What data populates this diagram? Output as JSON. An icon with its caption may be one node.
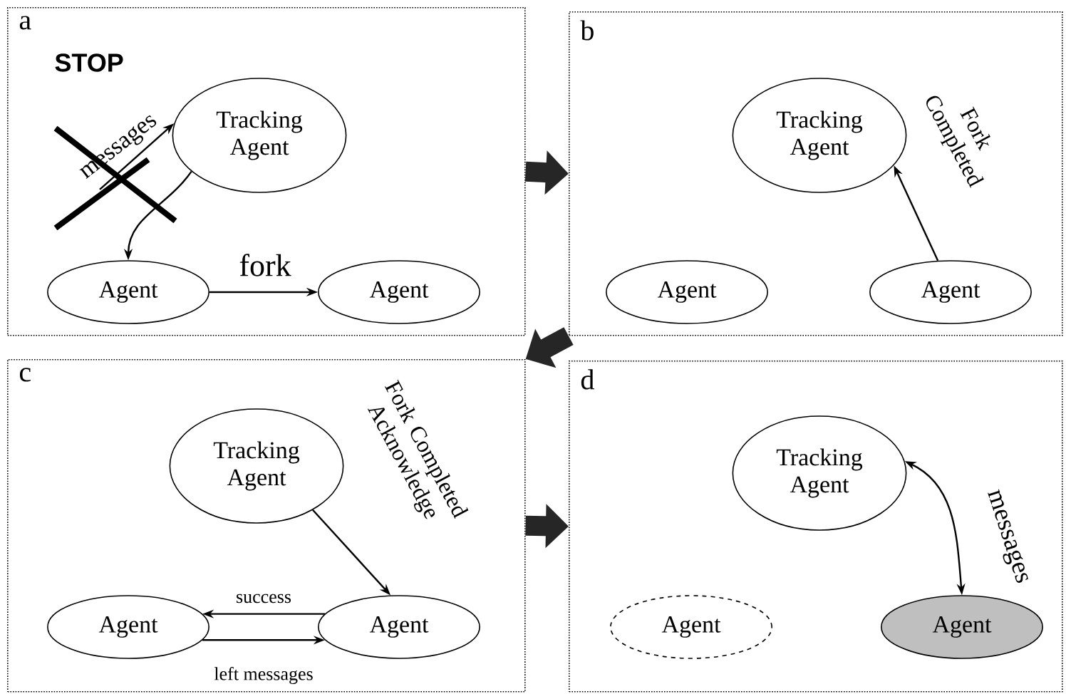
{
  "diagram": {
    "nodes": [
      {
        "text": [
          "a"
        ]
      },
      {
        "text": [
          "Tracking Agent"
        ],
        "in": 0
      },
      {
        "text": [
          "Agent"
        ],
        "in": 0
      },
      {
        "text": [
          "Agent"
        ],
        "in": 0
      },
      {
        "text": [
          "b"
        ]
      },
      {
        "text": [
          "Tracking Agent"
        ],
        "in": 4
      },
      {
        "text": [
          "Agent"
        ],
        "in": 4
      },
      {
        "text": [
          "Agent"
        ],
        "in": 4
      },
      {
        "text": [
          "c"
        ]
      },
      {
        "text": [
          "Tracking Agent"
        ],
        "in": 8
      },
      {
        "text": [
          "Agent"
        ],
        "in": 8
      },
      {
        "text": [
          "Agent"
        ],
        "in": 8
      },
      {
        "text": [
          "d"
        ]
      },
      {
        "text": [
          "Tracking Agent"
        ],
        "in": 12
      },
      {
        "text": [
          "Agent"
        ],
        "in": 12
      },
      {
        "text": [
          "Agent"
        ],
        "in": 12
      }
    ],
    "edges": [
      {
        "from": null,
        "to": 1,
        "arrow": "to",
        "label": "messages"
      },
      {
        "from": 1,
        "to": 2,
        "arrow": "to"
      },
      {
        "from": 2,
        "to": 3,
        "arrow": "to",
        "label": "fork"
      },
      {
        "from": 7,
        "to": 5,
        "arrow": "to",
        "label": "Fork Completed"
      },
      {
        "from": 9,
        "to": 11,
        "arrow": "to",
        "label": "Fork Completed Acknowledge"
      },
      {
        "from": 11,
        "to": 10,
        "arrow": "to",
        "label": "success"
      },
      {
        "from": 10,
        "to": 11,
        "arrow": "to",
        "label": "left messages"
      },
      {
        "from": 13,
        "to": 15,
        "arrow": "both",
        "label": "messages"
      },
      {
        "from": 0,
        "to": 4,
        "arrow": "to",
        "style": "thick"
      },
      {
        "from": 4,
        "to": 8,
        "arrow": "to",
        "style": "thick"
      },
      {
        "from": 8,
        "to": 12,
        "arrow": "to",
        "style": "thick"
      }
    ],
    "labels": [
      "STOP"
    ]
  }
}
